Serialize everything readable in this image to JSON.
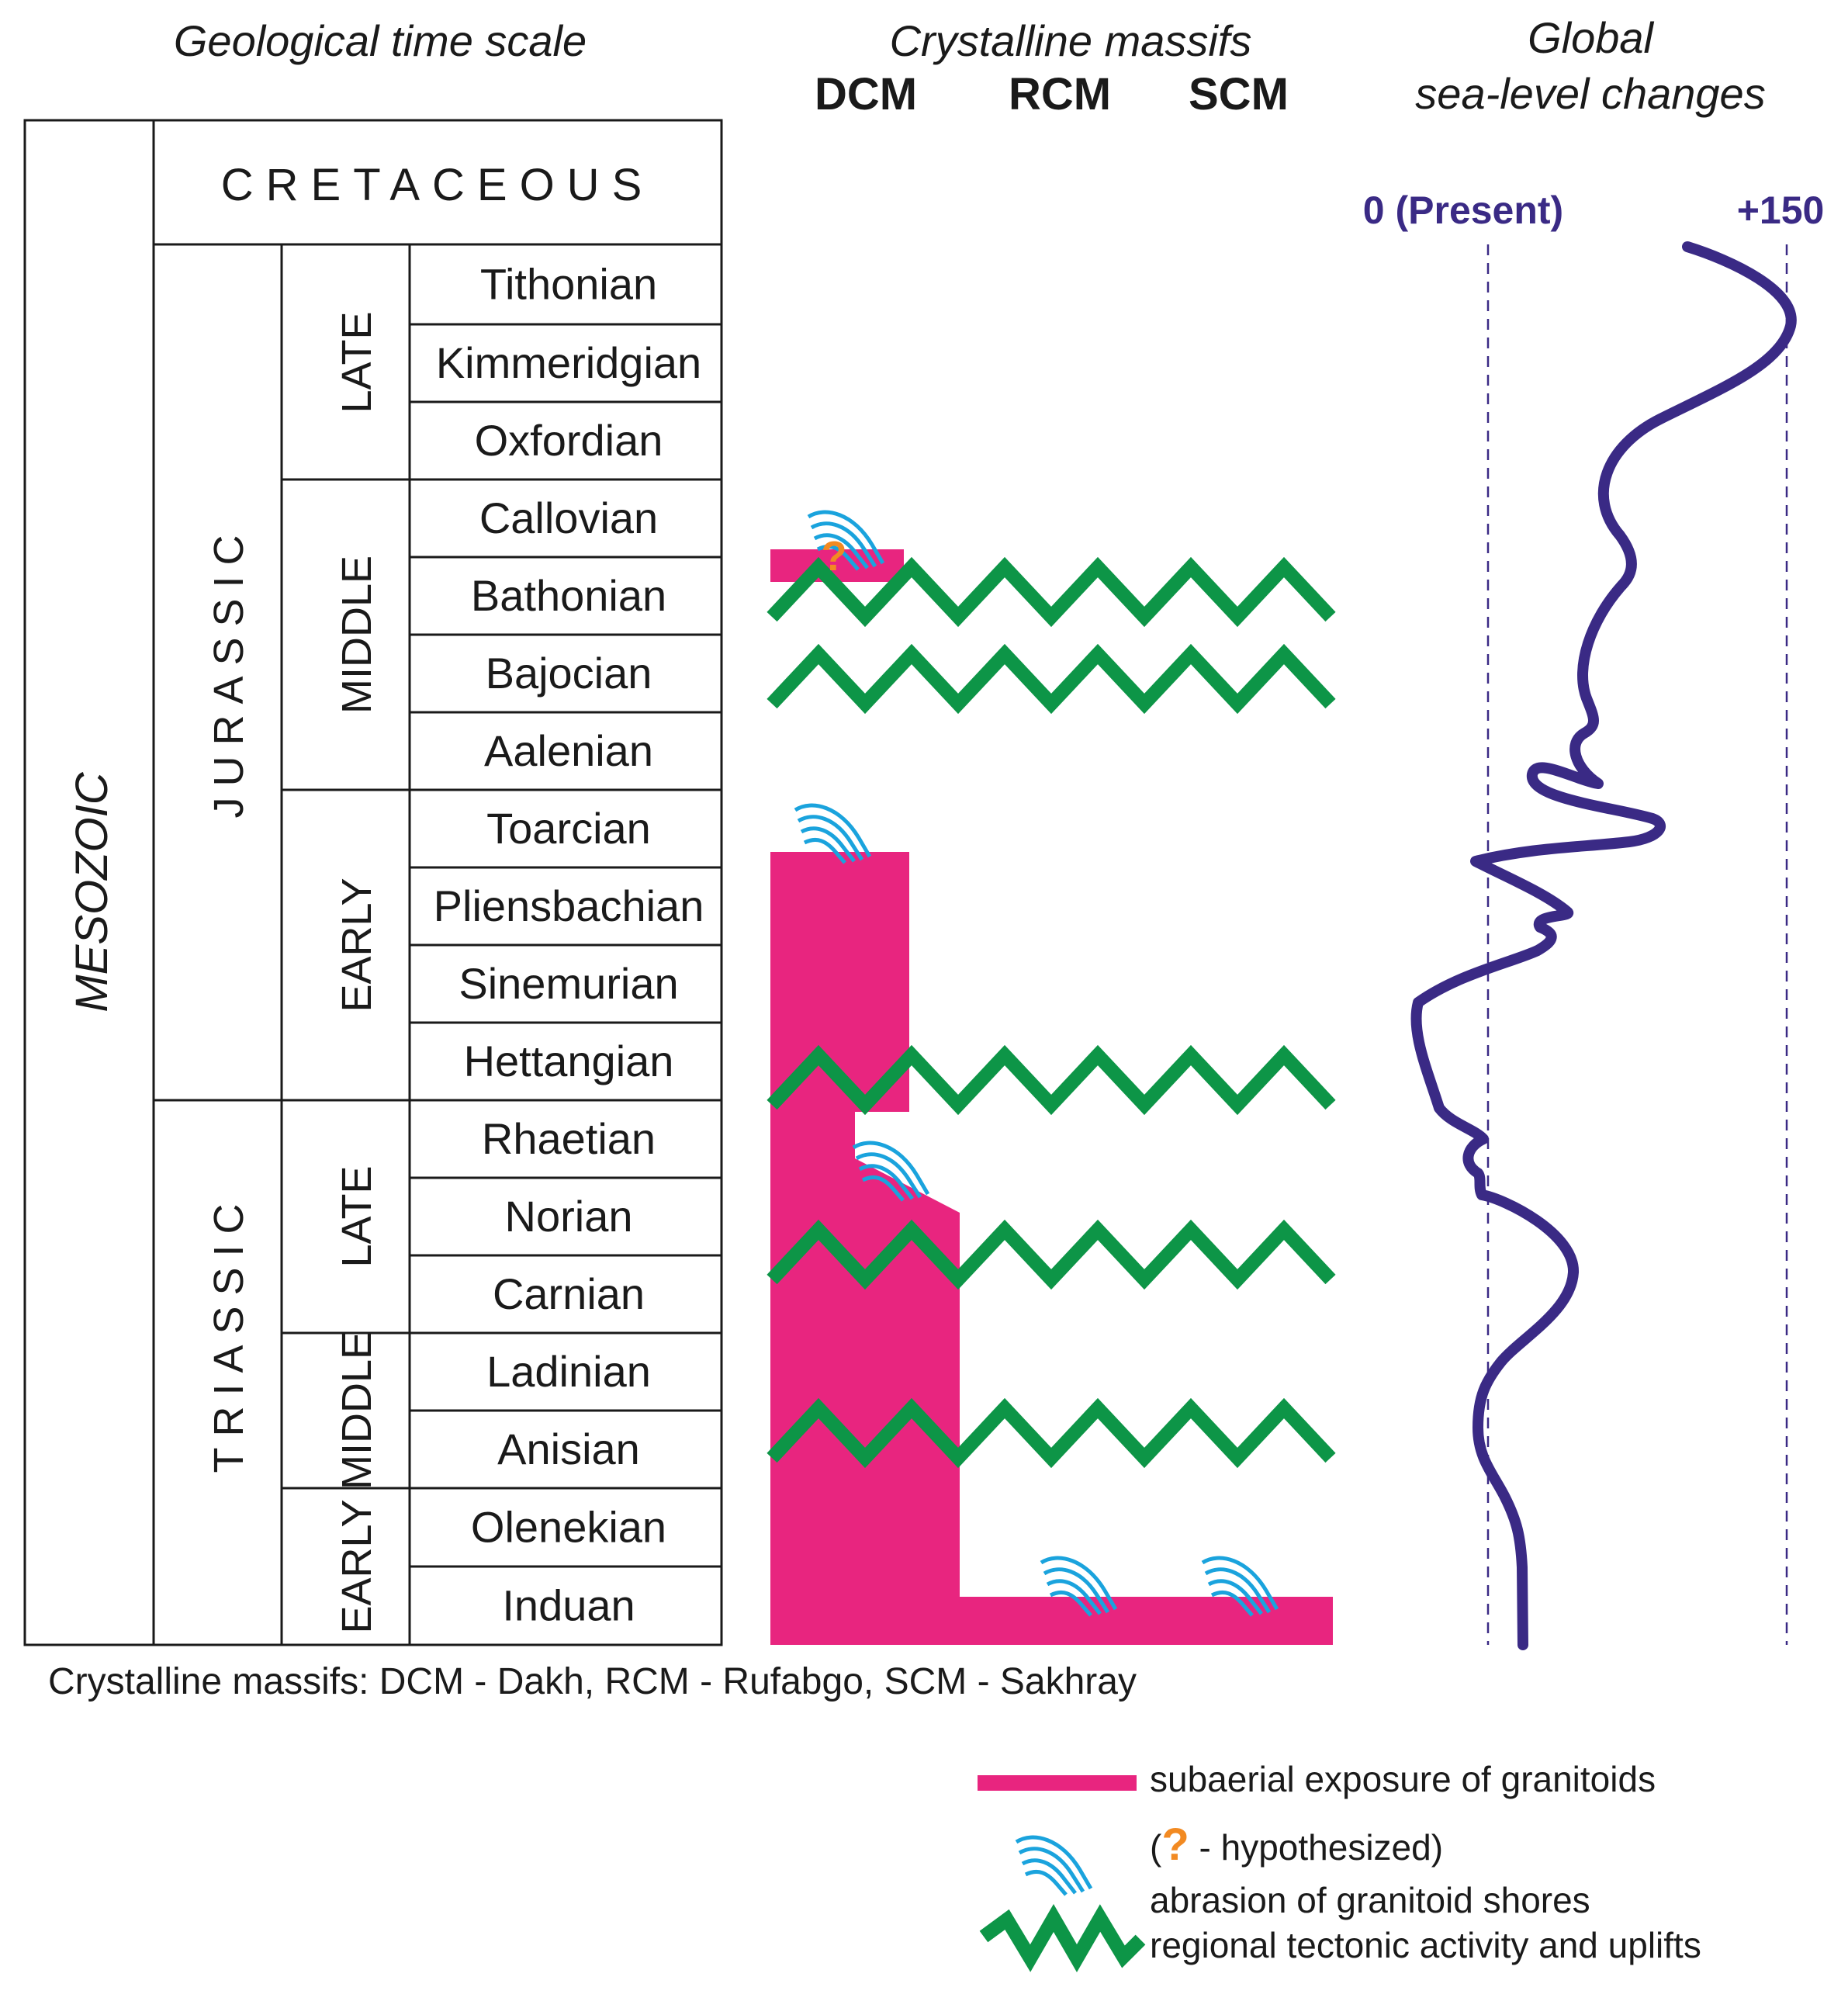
{
  "headers": {
    "time_scale": "Geological time scale",
    "massifs": "Crystalline massifs",
    "sea_level_line1": "Global",
    "sea_level_line2": "sea-level changes"
  },
  "massif_labels": [
    "DCM",
    "RCM",
    "SCM"
  ],
  "sea_level_axis": {
    "zero_label": "0 (Present)",
    "max_label": "+150"
  },
  "table": {
    "era": "MESOZOIC",
    "cretaceous": "CRETACEOUS",
    "periods": [
      "JURASSIC",
      "TRIASSIC"
    ],
    "epochs": {
      "jurassic_late": "LATE",
      "jurassic_middle": "MIDDLE",
      "jurassic_early": "EARLY",
      "triassic_late": "LATE",
      "triassic_middle": "MIDDLE",
      "triassic_early": "EARLY"
    },
    "stages": [
      "Tithonian",
      "Kimmeridgian",
      "Oxfordian",
      "Callovian",
      "Bathonian",
      "Bajocian",
      "Aalenian",
      "Toarcian",
      "Pliensbachian",
      "Sinemurian",
      "Hettangian",
      "Rhaetian",
      "Norian",
      "Carnian",
      "Ladinian",
      "Anisian",
      "Olenekian",
      "Induan"
    ]
  },
  "footnote": "Crystalline massifs: DCM - Dakh, RCM - Rufabgo, SCM - Sakhray",
  "legend": {
    "exposure": "subaerial exposure of granitoids",
    "hypothesized_open": "(",
    "hypothesized_mark": "?",
    "hypothesized_rest": " - hypothesized)",
    "abrasion": "abrasion of granitoid shores",
    "tectonic": "regional tectonic activity and uplifts"
  },
  "colors": {
    "exposure": "#e8257f",
    "tectonic": "#0d9547",
    "abrasion": "#1aa3dd",
    "hypothesis": "#f28a22",
    "sea_level": "#3a2a85",
    "text": "#1a1a1a"
  }
}
